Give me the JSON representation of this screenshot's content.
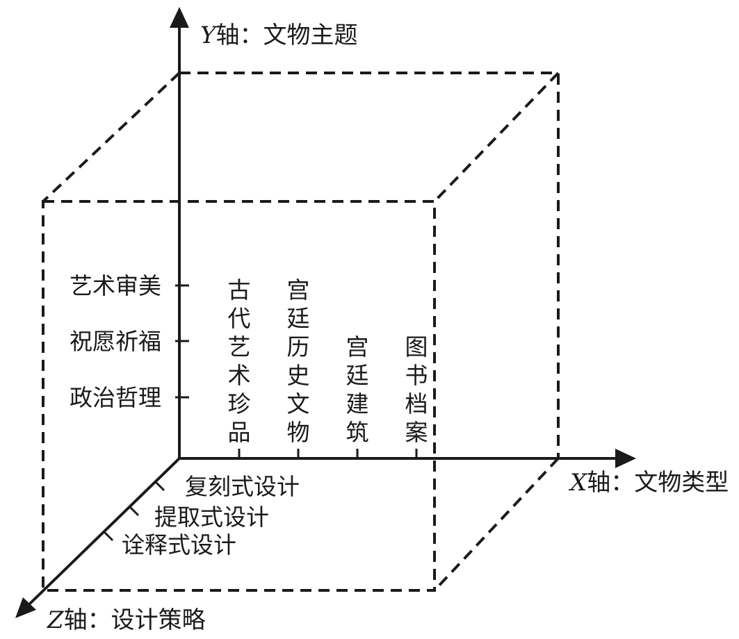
{
  "axes": {
    "y": {
      "var": "Y",
      "name": "轴：文物主题"
    },
    "x": {
      "var": "X",
      "name": "轴：文物类型"
    },
    "z": {
      "var": "Z",
      "name": "轴：设计策略"
    }
  },
  "y_ticks": [
    "艺术审美",
    "祝愿祈福",
    "政治哲理"
  ],
  "x_ticks": [
    "古代艺术珍品",
    "宫廷历史文物",
    "宫廷建筑",
    "图书档案"
  ],
  "z_ticks": [
    "复刻式设计",
    "提取式设计",
    "诠释式设计"
  ],
  "colors": {
    "ink": "#1a1a1a",
    "background": "#ffffff"
  }
}
